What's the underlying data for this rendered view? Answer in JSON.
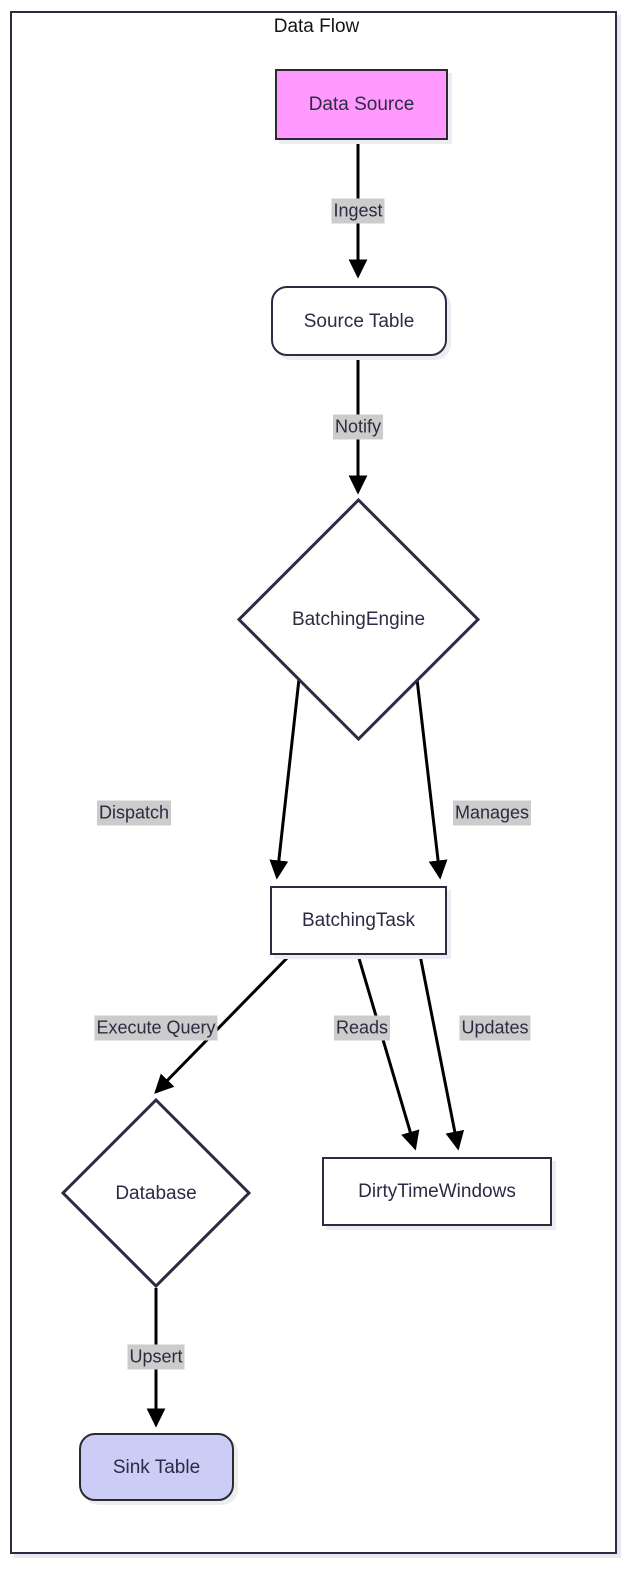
{
  "diagram": {
    "title": "Data Flow",
    "type": "flowchart",
    "direction": "top-to-bottom",
    "colors": {
      "frame_border": "#2b2b42",
      "node_stroke": "#2b2b42",
      "node_fill": "#ffffff",
      "data_source_fill": "#ff99ff",
      "data_source_stroke": "#2b2b2b",
      "sink_table_fill": "#cccdf7",
      "sink_table_stroke": "#2b2b2b",
      "edge_stroke": "#000000",
      "edge_label_bg": "#cccccc",
      "text": "#2b2b42",
      "title_text": "#141414",
      "shadow": "#ececf2",
      "page_bg": "#ffffff"
    },
    "nodes": [
      {
        "id": "data_source",
        "label": "Data Source",
        "shape": "rect",
        "style": "pink"
      },
      {
        "id": "source_table",
        "label": "Source Table",
        "shape": "stadium",
        "style": "plain"
      },
      {
        "id": "batching_engine",
        "label": "BatchingEngine",
        "shape": "diamond",
        "style": "plain"
      },
      {
        "id": "batching_task",
        "label": "BatchingTask",
        "shape": "rect",
        "style": "plain"
      },
      {
        "id": "database",
        "label": "Database",
        "shape": "diamond",
        "style": "plain"
      },
      {
        "id": "dirty_time_windows",
        "label": "DirtyTimeWindows",
        "shape": "rect",
        "style": "plain"
      },
      {
        "id": "sink_table",
        "label": "Sink Table",
        "shape": "stadium",
        "style": "lavender"
      }
    ],
    "edges": [
      {
        "id": "e1",
        "from": "data_source",
        "to": "source_table",
        "label": "Ingest"
      },
      {
        "id": "e2",
        "from": "source_table",
        "to": "batching_engine",
        "label": "Notify"
      },
      {
        "id": "e3",
        "from": "batching_engine",
        "to": "batching_task",
        "label": "Dispatch"
      },
      {
        "id": "e4",
        "from": "batching_engine",
        "to": "batching_task",
        "label": "Manages"
      },
      {
        "id": "e5",
        "from": "batching_task",
        "to": "database",
        "label": "Execute Query"
      },
      {
        "id": "e6",
        "from": "batching_task",
        "to": "dirty_time_windows",
        "label": "Reads"
      },
      {
        "id": "e7",
        "from": "batching_task",
        "to": "dirty_time_windows",
        "label": "Updates"
      },
      {
        "id": "e8",
        "from": "database",
        "to": "sink_table",
        "label": "Upsert"
      }
    ]
  }
}
